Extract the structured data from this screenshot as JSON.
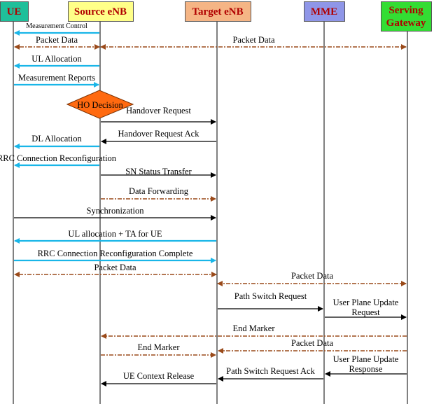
{
  "colors": {
    "ue": "#1fbf9a",
    "source_enb": "#ffff88",
    "target_enb": "#f5b585",
    "mme": "#8f96e8",
    "serving_gateway": "#33dd33",
    "rrc_arrow": "#19b6e8",
    "control_arrow": "#000000",
    "data_arrow": "#9a4a1a",
    "decision_fill": "#ff6a10"
  },
  "entities": [
    {
      "id": "ue",
      "label": "UE"
    },
    {
      "id": "source_enb",
      "label": "Source eNB"
    },
    {
      "id": "target_enb",
      "label": "Target eNB"
    },
    {
      "id": "mme",
      "label": "MME"
    },
    {
      "id": "serving_gateway",
      "label": "Serving",
      "label2": "Gateway"
    }
  ],
  "decision": {
    "label": "HO Decision"
  },
  "messages": [
    {
      "from": "source_enb",
      "to": "ue",
      "label": "Measurement Control",
      "style": "rrc",
      "small": true
    },
    {
      "from": "source_enb",
      "to": "ue",
      "label": "Packet Data",
      "style": "data",
      "both": true
    },
    {
      "from": "source_enb",
      "to": "serving_gateway",
      "label": "Packet Data",
      "style": "data",
      "both": true
    },
    {
      "from": "source_enb",
      "to": "ue",
      "label": "UL Allocation",
      "style": "rrc"
    },
    {
      "from": "ue",
      "to": "source_enb",
      "label": "Measurement Reports",
      "style": "rrc"
    },
    {
      "from": "source_enb",
      "to": "target_enb",
      "label": "Handover Request",
      "style": "control"
    },
    {
      "from": "target_enb",
      "to": "source_enb",
      "label": "Handover Request Ack",
      "style": "control"
    },
    {
      "from": "source_enb",
      "to": "ue",
      "label": "DL Allocation",
      "style": "rrc"
    },
    {
      "from": "source_enb",
      "to": "ue",
      "label": "RRC Connection Reconfiguration",
      "style": "rrc"
    },
    {
      "from": "source_enb",
      "to": "target_enb",
      "label": "SN Status Transfer",
      "style": "control"
    },
    {
      "from": "source_enb",
      "to": "target_enb",
      "label": "Data Forwarding",
      "style": "data"
    },
    {
      "from": "ue",
      "to": "target_enb",
      "label": "Synchronization",
      "style": "control"
    },
    {
      "from": "target_enb",
      "to": "ue",
      "label": "UL allocation + TA for UE",
      "style": "rrc"
    },
    {
      "from": "ue",
      "to": "target_enb",
      "label": "RRC Connection Reconfiguration Complete",
      "style": "rrc"
    },
    {
      "from": "target_enb",
      "to": "ue",
      "label": "Packet Data",
      "style": "data",
      "both": true
    },
    {
      "from": "target_enb",
      "to": "serving_gateway",
      "label": "Packet Data",
      "style": "data",
      "both": true
    },
    {
      "from": "target_enb",
      "to": "mme",
      "label": "Path Switch Request",
      "style": "control"
    },
    {
      "from": "mme",
      "to": "serving_gateway",
      "label": "User Plane Update",
      "label2": "Request",
      "style": "control"
    },
    {
      "from": "serving_gateway",
      "to": "source_enb",
      "label": "End Marker",
      "style": "data"
    },
    {
      "from": "serving_gateway",
      "to": "target_enb",
      "label": "Packet Data",
      "style": "data"
    },
    {
      "from": "source_enb",
      "to": "target_enb",
      "label": "End Marker",
      "style": "data"
    },
    {
      "from": "serving_gateway",
      "to": "mme",
      "label": "User Plane Update",
      "label2": "Response",
      "style": "control"
    },
    {
      "from": "mme",
      "to": "target_enb",
      "label": "Path Switch Request Ack",
      "style": "control"
    },
    {
      "from": "target_enb",
      "to": "source_enb",
      "label": "UE Context Release",
      "style": "control"
    }
  ]
}
